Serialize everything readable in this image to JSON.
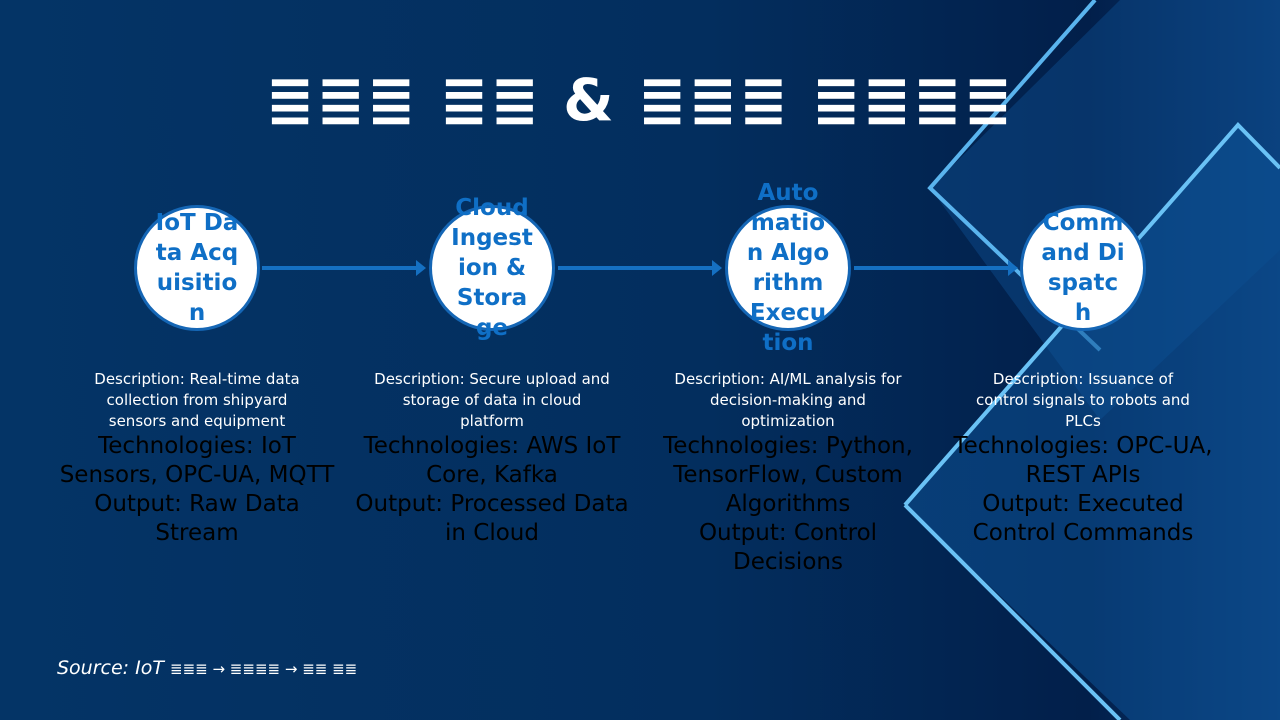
{
  "title": "≣≣≣ ≣≣ & ≣≣≣ ≣≣≣≣",
  "steps": [
    {
      "name": "IoT Data Acquisition",
      "description": "Description: Real-time data collection from shipyard sensors and equipment",
      "technologies": "Technologies: IoT Sensors, OPC-UA, MQTT",
      "output": "Output: Raw Data Stream"
    },
    {
      "name": "Cloud Ingestion & Storage",
      "description": "Description: Secure upload and storage of data in cloud platform",
      "technologies": "Technologies: AWS IoT Core, Kafka",
      "output": "Output: Processed Data in Cloud"
    },
    {
      "name": "Automation Algorithm Execution",
      "description": "Description: AI/ML analysis for decision-making and optimization",
      "technologies": "Technologies: Python, TensorFlow, Custom Algorithms",
      "output": "Output: Control Decisions"
    },
    {
      "name": "Command Dispatch",
      "description": "Description: Issuance of control signals to robots and PLCs",
      "technologies": "Technologies: OPC-UA, REST APIs",
      "output": "Output: Executed Control Commands"
    }
  ],
  "source": {
    "label": "Source: IoT",
    "text": "≣≣≣ → ≣≣≣≣ → ≣≣ ≣≣"
  }
}
